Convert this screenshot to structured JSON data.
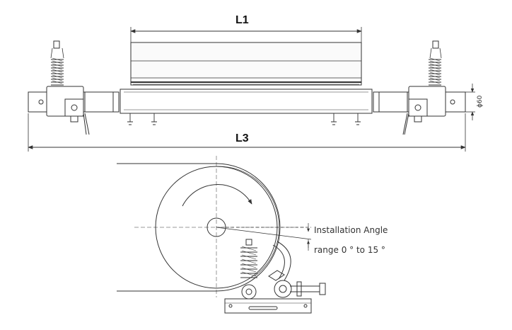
{
  "dimensions": {
    "l1": "L1",
    "l3": "L3",
    "diameter": "ϕ60"
  },
  "installation": {
    "line1": "Installation Angle",
    "line2": "range 0 ° to 15 °"
  }
}
